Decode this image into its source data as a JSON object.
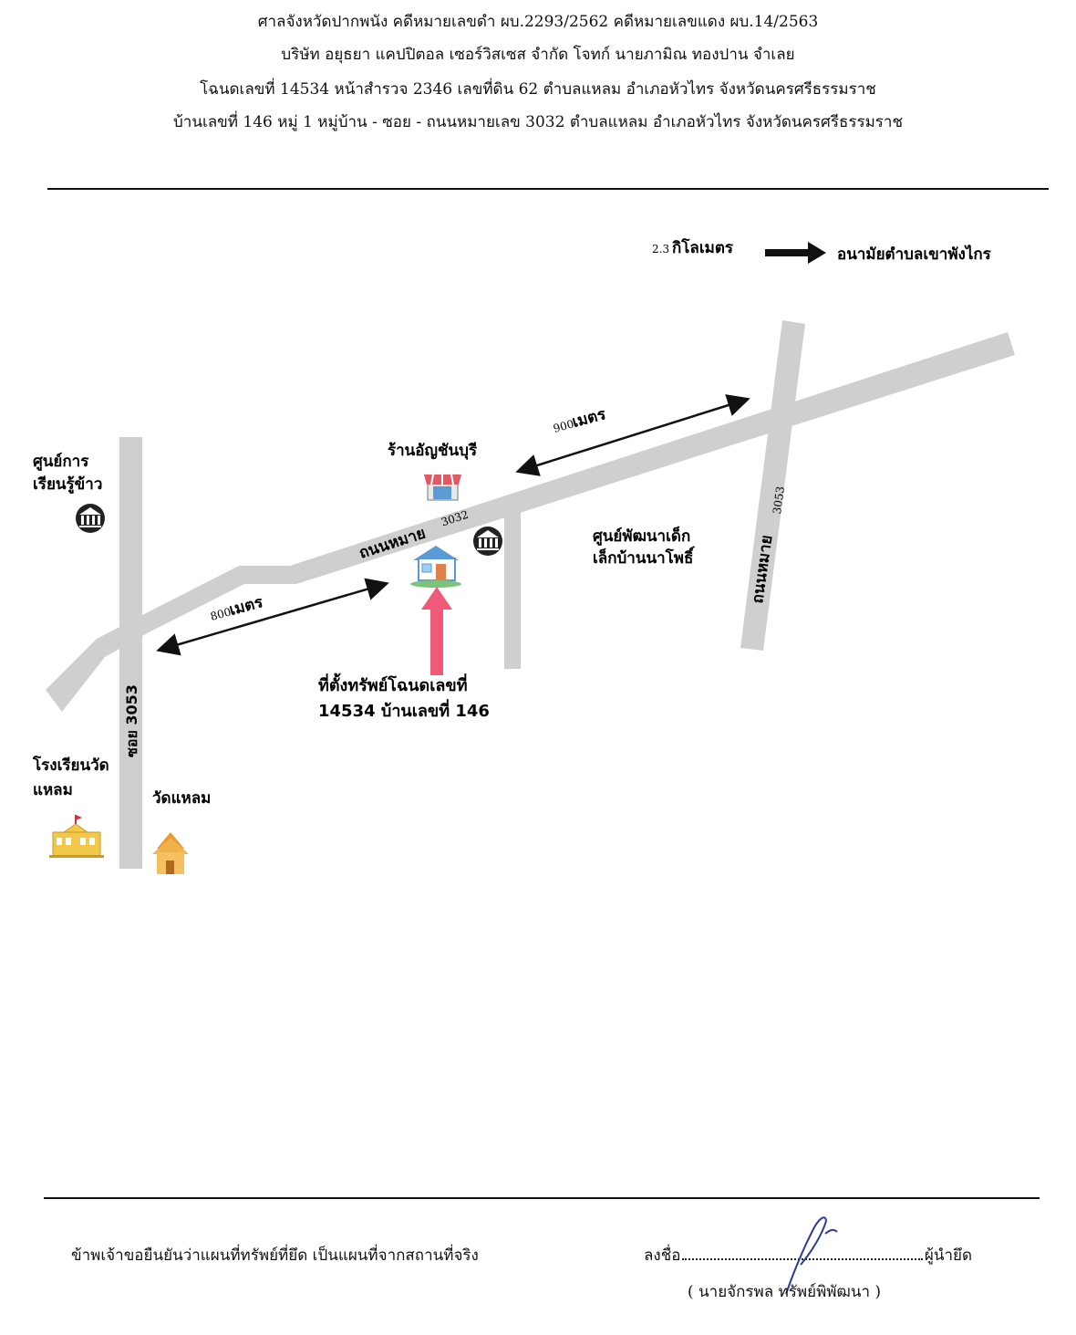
{
  "header": {
    "line1": "ศาลจังหวัดปากพนัง  คดีหมายเลขดำ ผบ.2293/2562  คดีหมายเลขแดง ผบ.14/2563",
    "line2": "บริษัท อยุธยา แคปปิตอล เซอร์วิสเซส จำกัด  โจทก์ นายภามิณ ทองปาน จำเลย",
    "line3": "โฉนดเลขที่ 14534 หน้าสำรวจ 2346  เลขที่ดิน 62  ตำบลแหลม อำเภอหัวไทร จังหวัดนครศรีธรรมราช",
    "line4": "บ้านเลขที่ 146  หมู่ 1 หมู่บ้าน -  ซอย - ถนนหมายเลข 3032  ตำบลแหลม อำเภอหัวไทร จังหวัดนครศรีธรรมราช"
  },
  "map": {
    "direction": {
      "distance_num": "2.3",
      "distance_unit": "กิโลเมตร",
      "destination": "อนามัยตำบลเขาพังไกร"
    },
    "dist_900": {
      "num": "900",
      "unit": "เมตร"
    },
    "dist_800": {
      "num": "800",
      "unit": "เมตร"
    },
    "road_main": {
      "name": "ถนนหมาย",
      "num": "3032"
    },
    "road_right": {
      "name": "ถนนหมาย",
      "num": "3053"
    },
    "road_left": "ซอย 3053",
    "places": {
      "shop": "ร้านอัญชันบุรี",
      "rice_center_1": "ศูนย์การ",
      "rice_center_2": "เรียนรู้ข้าว",
      "child_center_1": "ศูนย์พัฒนาเด็ก",
      "child_center_2": "เล็กบ้านนาโพธิ์",
      "school_1": "โรงเรียนวัด",
      "school_2": "แหลม",
      "temple": "วัดแหลม",
      "property_1": "ที่ตั้งทรัพย์โฉนดเลขที่",
      "property_2": "14534 บ้านเลขที่ 146"
    },
    "colors": {
      "road": "#cfcfcf",
      "pointer": "#f05a78",
      "house": "#5b9bd5"
    }
  },
  "footer": {
    "statement": "ข้าพเจ้าขอยืนยันว่าแผนที่ทรัพย์ที่ยึด  เป็นแผนที่จากสถานที่จริง",
    "sign_prefix": "ลงชื่อ",
    "sign_suffix": "ผู้นำยึด",
    "signer": "( นายจักรพล ทรัพย์พิพัฒนา  )"
  }
}
